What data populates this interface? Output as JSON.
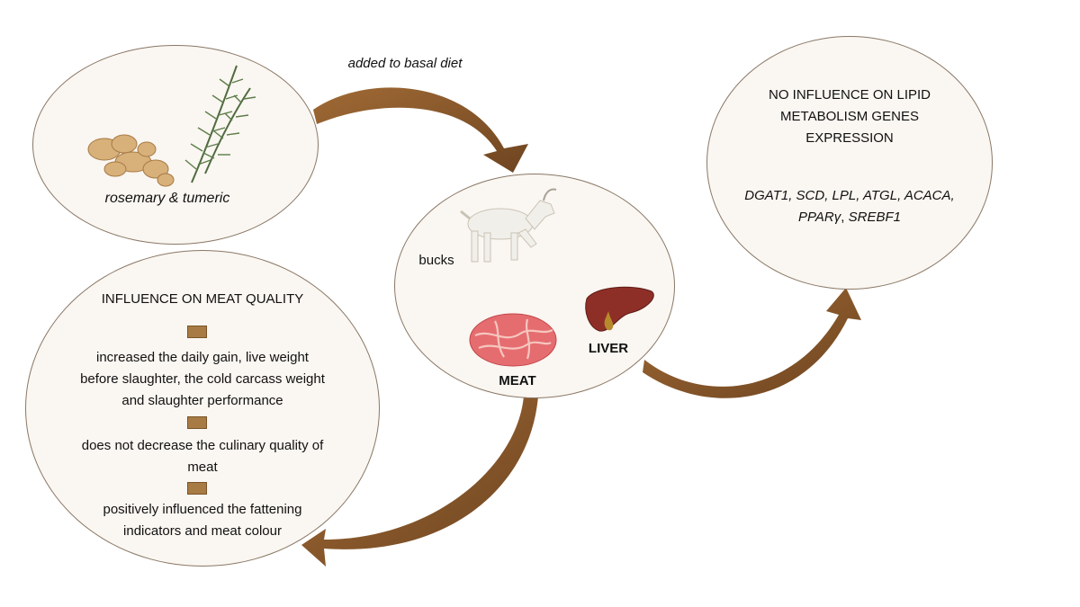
{
  "herbs": {
    "label": "rosemary & tumeric"
  },
  "top_arrow": {
    "label": "added to basal diet"
  },
  "center": {
    "animal_label": "bucks",
    "meat_label": "MEAT",
    "liver_label": "LIVER"
  },
  "lipid": {
    "title_line1": "NO INFLUENCE ON LIPID",
    "title_line2": "METABOLISM  GENES",
    "title_line3": "EXPRESSION",
    "genes_line1": "DGAT1, SCD, LPL, ATGL, ACACA,",
    "genes_line2_a": "PPARγ",
    "genes_line2_b": ", ",
    "genes_line2_c": "SREBF1"
  },
  "meat_quality": {
    "title": "INFLUENCE ON MEAT QUALITY",
    "item1_line1": "increased the daily gain, live weight",
    "item1_line2": "before slaughter, the cold carcass weight",
    "item1_line3": "and slaughter performance",
    "item2_line1": "does not decrease the culinary quality of",
    "item2_line2": "meat",
    "item3_line1": "positively influenced the fattening",
    "item3_line2": "indicators and meat colour"
  },
  "colors": {
    "arrow": "#8a5a2b",
    "arrow_dark": "#6e4420",
    "bubble_fill": "#faf6f1",
    "bubble_stroke": "#8a7866",
    "bullet": "#a87a44"
  }
}
